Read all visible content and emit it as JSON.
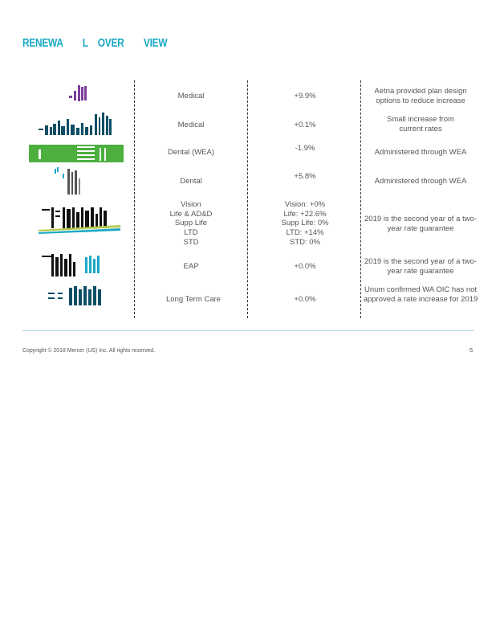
{
  "page": {
    "title": "RENEWA        L    OVER        VIEW"
  },
  "rows": [
    {
      "plan": "Medical",
      "change": "+9.9%",
      "notes": "Aetna provided plan design options to reduce increase"
    },
    {
      "plan": "Medical",
      "change": "+0.1%",
      "notes": "Small increase from current rates"
    },
    {
      "plan": "Dental (WEA)",
      "change": "-1.9%",
      "notes": "Administered through WEA"
    },
    {
      "plan": "Dental",
      "change": "+5.8%",
      "notes": "Administered through WEA"
    },
    {
      "plan": "Vision\nLife & AD&D\nSupp Life\nLTD\nSTD",
      "change": "Vision: +0%\nLife: +22.6%\nSupp Life: 0%\nLTD: +14%\nSTD: 0%",
      "notes": "2019 is the second year of a two-year rate guarantee"
    },
    {
      "plan": "EAP",
      "change": "+0.0%",
      "notes": "2019 is the second year of a two-year rate guarantee"
    },
    {
      "plan": "Long Term Care",
      "change": "+0.0%",
      "notes": "Unum confirmed WA OIC has not approved a rate increase for 2019"
    }
  ],
  "footer": {
    "copyright": "Copyright © 2018 Mercer (US) Inc. All rights reserved.",
    "page_number": "5"
  },
  "colors": {
    "accent": "#1aa8c4",
    "aetna_purple": "#7b3f9a",
    "wdsx_green": "#4caf3e",
    "teal": "#0e6d7e"
  }
}
